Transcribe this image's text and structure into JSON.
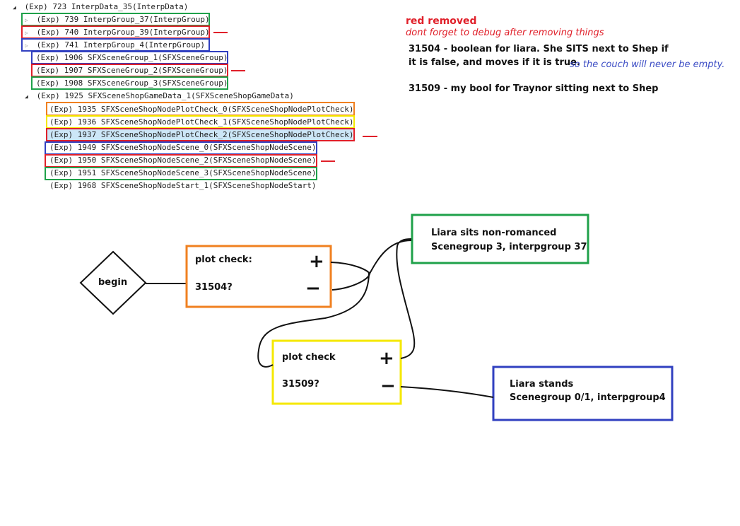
{
  "tree": {
    "rows": [
      {
        "text": "(Exp) 723 InterpData_35(InterpData)",
        "expanded": true
      },
      {
        "text": "(Exp) 739 InterpGroup_37(InterpGroup)",
        "expanded": false
      },
      {
        "text": "(Exp) 740 InterpGroup_39(InterpGroup)",
        "expanded": false
      },
      {
        "text": "(Exp) 741 InterpGroup_4(InterpGroup)",
        "expanded": false
      },
      {
        "text": "(Exp) 1906 SFXSceneGroup_1(SFXSceneGroup)"
      },
      {
        "text": "(Exp) 1907 SFXSceneGroup_2(SFXSceneGroup)"
      },
      {
        "text": "(Exp) 1908 SFXSceneGroup_3(SFXSceneGroup)"
      },
      {
        "text": "(Exp) 1925 SFXSceneShopGameData_1(SFXSceneShopGameData)",
        "expanded": true
      },
      {
        "text": "(Exp) 1935 SFXSceneShopNodePlotCheck_0(SFXSceneShopNodePlotCheck)"
      },
      {
        "text": "(Exp) 1936 SFXSceneShopNodePlotCheck_1(SFXSceneShopNodePlotCheck)"
      },
      {
        "text": "(Exp) 1937 SFXSceneShopNodePlotCheck_2(SFXSceneShopNodePlotCheck)",
        "selected": true
      },
      {
        "text": "(Exp) 1949 SFXSceneShopNodeScene_0(SFXSceneShopNodeScene)"
      },
      {
        "text": "(Exp) 1950 SFXSceneShopNodeScene_2(SFXSceneShopNodeScene)"
      },
      {
        "text": "(Exp) 1951 SFXSceneShopNodeScene_3(SFXSceneShopNodeScene)"
      },
      {
        "text": "(Exp) 1968 SFXSceneShopNodeStart_1(SFXSceneShopNodeStart)"
      }
    ]
  },
  "notes": {
    "red_title": "red removed",
    "red_sub": "dont forget to debug after removing things",
    "liara_line1": "31504 - boolean for liara. She SITS next to Shep if",
    "liara_line2": "it is false, and moves if it is true.",
    "couch": "so the couch will never be empty.",
    "traynor": "31509 - my bool for Traynor sitting next to Shep"
  },
  "diagram": {
    "begin": "begin",
    "check1": {
      "label": "plot check:",
      "id": "31504?",
      "plus": "+",
      "minus": "−"
    },
    "check2": {
      "label": "plot check",
      "id": "31509?",
      "plus": "+",
      "minus": "−"
    },
    "sits": {
      "line1": "Liara sits non-romanced",
      "line2": "Scenegroup 3, interpgroup 37"
    },
    "stands": {
      "line1": "Liara stands",
      "line2": "Scenegroup 0/1, interpgroup4"
    }
  },
  "colors": {
    "green": "#1fa14a",
    "red": "#e0202a",
    "blue": "#3140c0",
    "orange": "#f08020",
    "yellow": "#f5e800",
    "selected": "#cce6f7"
  }
}
